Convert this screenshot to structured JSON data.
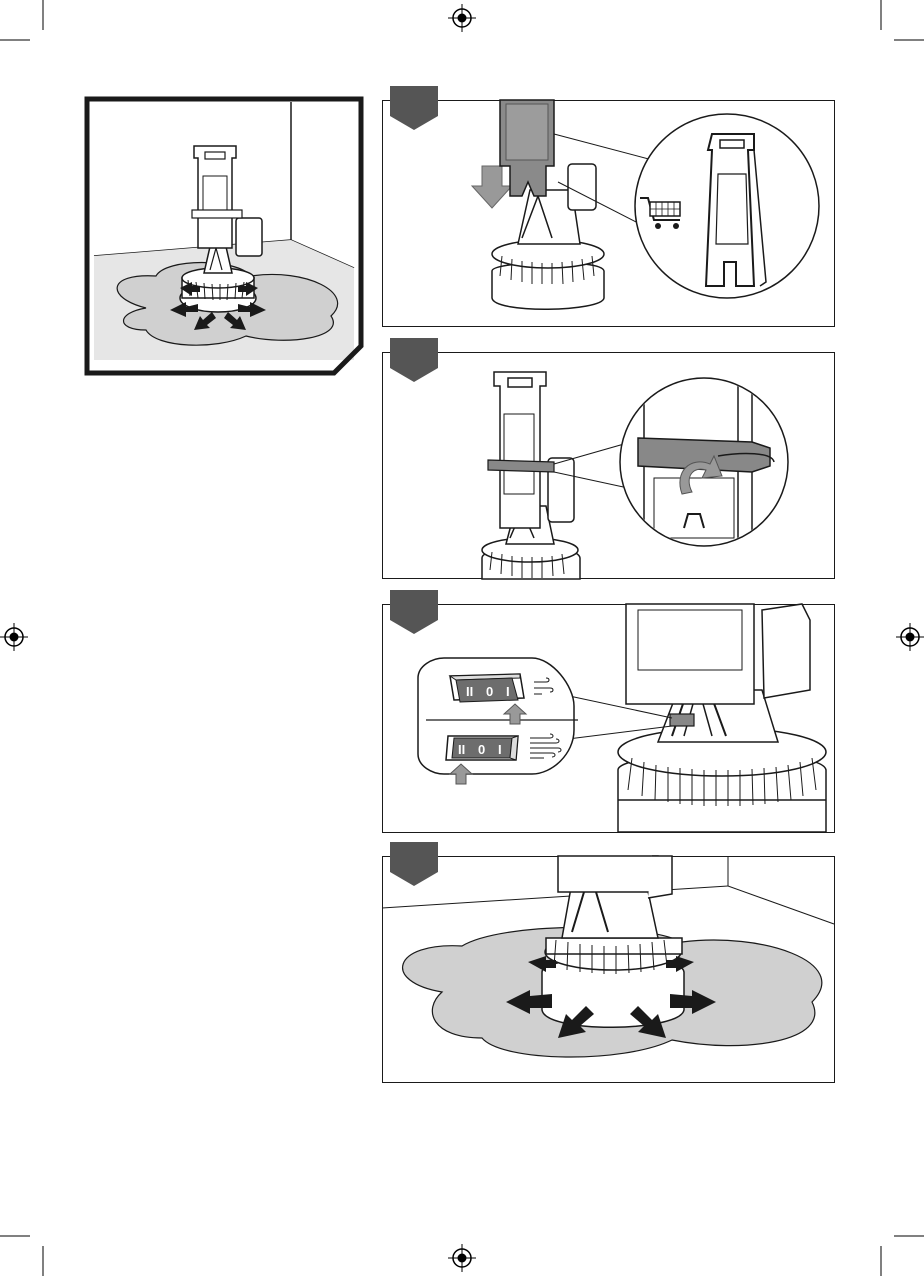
{
  "switch": {
    "labels": [
      "II",
      "0",
      "I"
    ]
  },
  "colors": {
    "line": "#1a1a1a",
    "floor": "#d0d0d0",
    "panel_grey": "#8a8a8a",
    "strap": "#888888",
    "arrow_grey": "#999999",
    "tab": "#555555"
  }
}
